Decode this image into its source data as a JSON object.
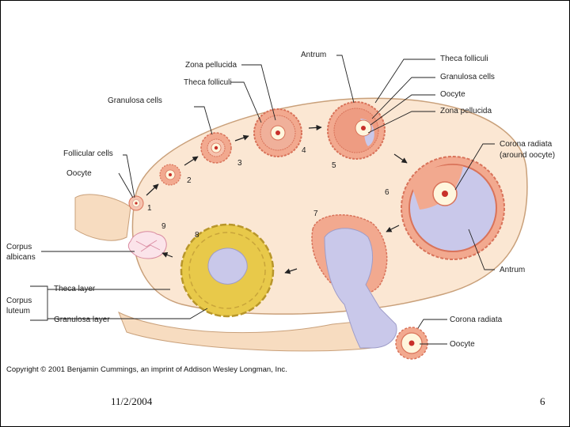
{
  "slide": {
    "copyright": "Copyright © 2001 Benjamin Cummings, an imprint of Addison Wesley Longman, Inc.",
    "date": "11/2/2004",
    "page_number": "6"
  },
  "labels": {
    "antrum_top": "Antrum",
    "zona_pellucida_left": "Zona pellucida",
    "theca_folliculi_left": "Theca folliculi",
    "granulosa_cells_left": "Granulosa cells",
    "follicular_cells": "Follicular cells",
    "oocyte_left": "Oocyte",
    "theca_folliculi_right": "Theca folliculi",
    "granulosa_cells_right": "Granulosa cells",
    "oocyte_right": "Oocyte",
    "zona_pellucida_right": "Zona pellucida",
    "corona_radiata_around_1": "Corona radiata",
    "corona_radiata_around_2": "(around oocyte)",
    "antrum_bottom": "Antrum",
    "corpus_albicans_1": "Corpus",
    "corpus_albicans_2": "albicans",
    "corpus_luteum_1": "Corpus",
    "corpus_luteum_2": "luteum",
    "theca_layer": "Theca layer",
    "granulosa_layer": "Granulosa layer",
    "corona_radiata_bottom": "Corona radiata",
    "oocyte_bottom": "Oocyte"
  },
  "stages": [
    "1",
    "2",
    "3",
    "4",
    "5",
    "6",
    "7",
    "8",
    "9"
  ],
  "colors": {
    "ovary_fill": "#fbe7d3",
    "ovary_stroke": "#c9a07a",
    "follicle_pink": "#f2a98f",
    "follicle_dark": "#d9735a",
    "antrum_fill": "#c9c8ea",
    "luteum_yellow": "#e8c94a",
    "luteum_dark": "#b8962a",
    "oocyte_fill": "#fff6dd",
    "nucleus": "#c8302a"
  }
}
